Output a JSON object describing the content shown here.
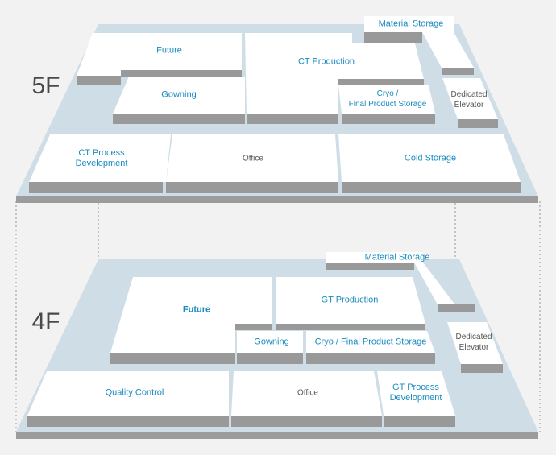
{
  "colors": {
    "accent": "#1a8bbf",
    "neutral_text": "#555555",
    "floor_plate": "#cfdde7",
    "room_top": "#ffffff",
    "room_side": "#999999"
  },
  "floors": [
    {
      "label": "5F",
      "rooms": [
        {
          "name": "Future"
        },
        {
          "name": "Gowning"
        },
        {
          "name": "CT Production"
        },
        {
          "name": "Material Storage"
        },
        {
          "name": "Cryo /\nFinal Product Storage"
        },
        {
          "name": "Dedicated\nElevator"
        },
        {
          "name": "CT Process\nDevelopment"
        },
        {
          "name": "Office"
        },
        {
          "name": "Cold Storage"
        }
      ]
    },
    {
      "label": "4F",
      "rooms": [
        {
          "name": "Material Storage"
        },
        {
          "name": "Future"
        },
        {
          "name": "GT Production"
        },
        {
          "name": "Gowning"
        },
        {
          "name": "Cryo / Final Product Storage"
        },
        {
          "name": "Dedicated\nElevator"
        },
        {
          "name": "Quality Control"
        },
        {
          "name": "Office"
        },
        {
          "name": "GT Process\nDevelopment"
        }
      ]
    }
  ]
}
